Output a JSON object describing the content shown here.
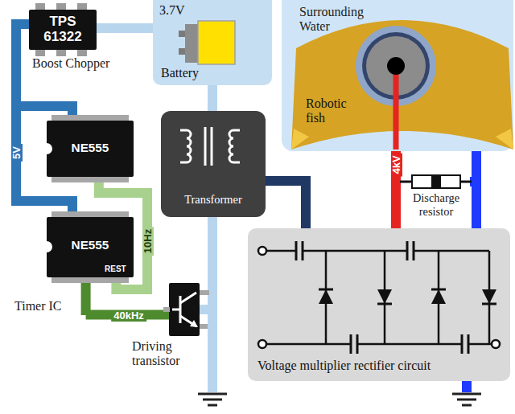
{
  "diagram": {
    "nodes": [
      {
        "text": [
          "TPS 61322",
          "Boost Chopper"
        ]
      },
      {
        "text": [
          "3.7V",
          "Battery"
        ]
      },
      {
        "text": [
          "NE555"
        ]
      },
      {
        "text": [
          "NE555",
          "REST",
          "Timer IC"
        ]
      },
      {
        "text": [
          "Transformer"
        ]
      },
      {
        "text": [
          "Driving transistor"
        ]
      },
      {
        "text": [
          "Voltage multiplier rectifier circuit"
        ]
      },
      {
        "text": [
          "Surrounding Water"
        ]
      },
      {
        "text": [
          "Robotic fish"
        ],
        "in": 7
      },
      {
        "text": [
          "Discharge resistor"
        ]
      }
    ],
    "edges": [
      {
        "from": 1,
        "to": 0,
        "arrow": "none"
      },
      {
        "from": 0,
        "to": 2,
        "arrow": "none"
      },
      {
        "from": 0,
        "to": 3,
        "label": "5V",
        "arrow": "none"
      },
      {
        "from": 2,
        "to": 3,
        "label": "10Hz",
        "arrow": "none"
      },
      {
        "from": 3,
        "to": 5,
        "label": "40kHz",
        "arrow": "none"
      },
      {
        "from": 1,
        "to": 4,
        "arrow": "none"
      },
      {
        "from": 4,
        "to": 5,
        "arrow": "none"
      },
      {
        "from": 4,
        "to": 6,
        "arrow": "none"
      },
      {
        "from": 6,
        "to": 8,
        "label": "4kV",
        "arrow": "none"
      },
      {
        "from": 9,
        "to": 7,
        "arrow": "none"
      }
    ]
  }
}
